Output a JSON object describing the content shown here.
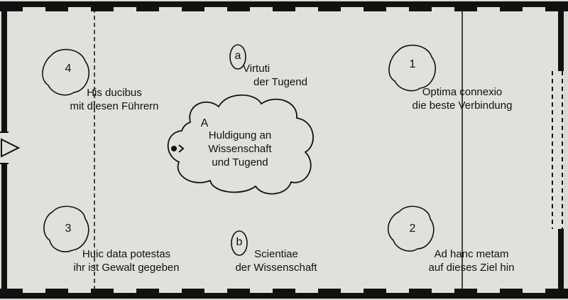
{
  "figure": {
    "center": {
      "id": "A",
      "lines": [
        "Huldigung an",
        "Wissenschaft",
        "und Tugend"
      ]
    },
    "a": {
      "id": "a",
      "lines": [
        "Virtuti",
        "der Tugend"
      ]
    },
    "b": {
      "id": "b",
      "lines": [
        "Scientiae",
        "der Wissenschaft"
      ]
    },
    "n1": {
      "id": "1",
      "lines": [
        "Optima connexio",
        "die beste Verbindung"
      ]
    },
    "n2": {
      "id": "2",
      "lines": [
        "Ad hanc metam",
        "auf dieses Ziel hin"
      ]
    },
    "n3": {
      "id": "3",
      "lines": [
        "Huic data potestas",
        "ihr ist Gewalt gegeben"
      ]
    },
    "n4": {
      "id": "4",
      "lines": [
        "His ducibus",
        "mit diesen Führern"
      ]
    }
  }
}
